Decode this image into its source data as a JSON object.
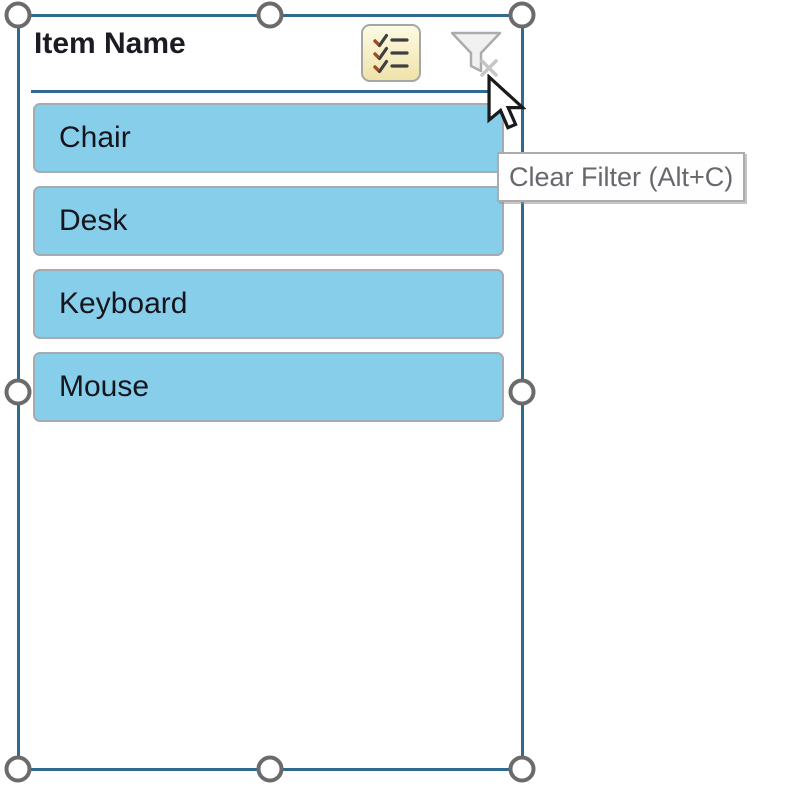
{
  "slicer": {
    "title": "Item Name",
    "items": [
      {
        "label": "Chair"
      },
      {
        "label": "Desk"
      },
      {
        "label": "Keyboard"
      },
      {
        "label": "Mouse"
      }
    ],
    "header": {
      "multi_select_icon": "checklist-icon",
      "clear_filter_icon": "funnel-x-icon",
      "clear_filter_state": "disabled"
    }
  },
  "tooltip": {
    "text": "Clear Filter (Alt+C)"
  },
  "cursor": {
    "icon": "arrow-pointer"
  },
  "colors": {
    "frame_border": "#2F6B8E",
    "header_underline": "#2F6B8E",
    "header_text": "#1B1B24",
    "item_fill": "#87CEEB",
    "item_text": "#15151C",
    "tooltip_text": "#67676D",
    "multi_select_bg_top": "#FDFAE4",
    "multi_select_bg_bot": "#EFE3A9"
  }
}
